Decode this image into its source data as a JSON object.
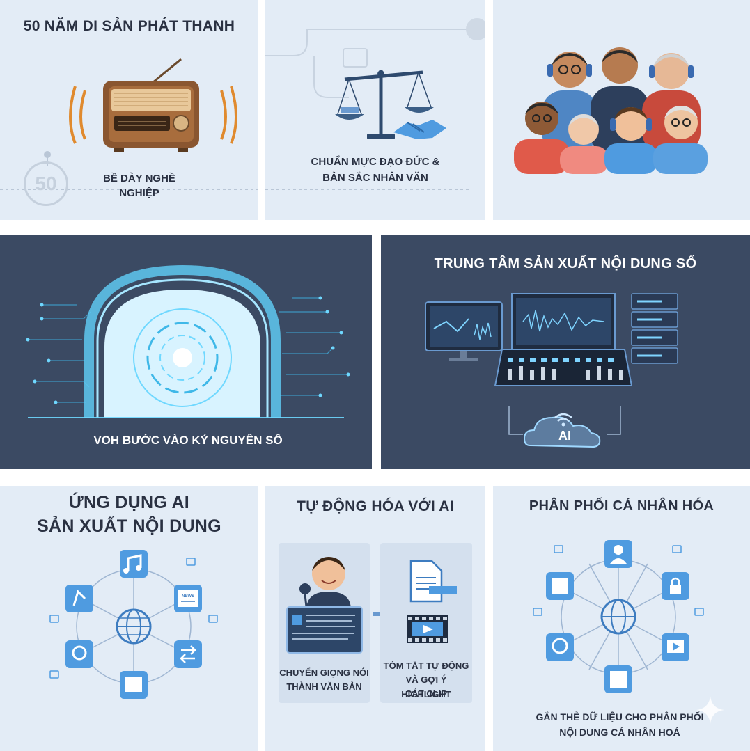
{
  "panels": {
    "heritage": {
      "title": "50 NĂM DI SẢN PHÁT THANH",
      "caption": "BỀ DÀY NGHỀ NGHIỆP",
      "badge": "50",
      "icon": "radio-icon"
    },
    "ethics": {
      "caption_line1": "CHUẨN MỰC ĐẠO ĐỨC &",
      "caption_line2": "BẢN SẮC NHÂN VĂN",
      "icon": "scales-handshake-icon"
    },
    "audience": {
      "icon": "listeners-group-illustration"
    },
    "digital_era": {
      "caption": "VOH BƯỚC VÀO KỶ NGUYÊN SỐ",
      "icon": "digital-portal-illustration"
    },
    "content_hub": {
      "title": "TRUNG TÂM SẢN XUẤT NỘI DUNG SỐ",
      "ai_label": "AI",
      "icon": "studio-console-illustration"
    },
    "ai_production": {
      "title_line1": "ỨNG DỤNG AI",
      "title_line2": "SẢN XUẤT NỘI DUNG",
      "news_label": "NEWS",
      "icon": "globe-network-icon"
    },
    "automation": {
      "title": "TỰ ĐỘNG HÓA VỚI AI",
      "left_caption_line1": "CHUYỂN GIỌNG NÓI",
      "left_caption_line2": "THÀNH VĂN BẢN",
      "right_caption_line1": "TÓM TẮT TỰ ĐỘNG",
      "right_caption_line2": "VÀ GỢI Ý HIGHLIGHT",
      "right_caption_line3": "CẮT CLIP"
    },
    "personalization": {
      "title": "PHÂN PHỐI CÁ NHÂN HÓA",
      "caption_line1": "GẮN THẺ DỮ LIỆU CHO PHÂN PHỐI",
      "caption_line2": "NỘI DUNG CÁ NHÂN HOÁ"
    }
  },
  "colors": {
    "light_panel": "#e3ecf6",
    "dark_panel": "#3b4a63",
    "accent_blue": "#4f9be0",
    "glow_cyan": "#6fd8ff",
    "text_dark": "#2a3142"
  }
}
